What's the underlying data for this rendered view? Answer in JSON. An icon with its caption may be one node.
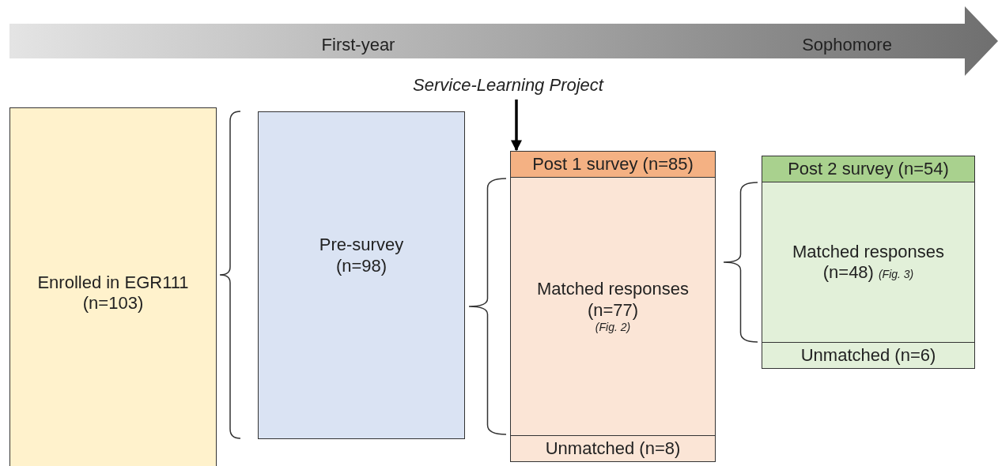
{
  "diagram": {
    "nodes": [
      {
        "text": [
          "Service-Learning Project"
        ]
      },
      {
        "text": [
          "Enrolled in EGR111 (n=103)"
        ]
      },
      {
        "text": [
          "Pre-survey (n=98)"
        ]
      },
      {
        "text": [
          "Post 1 survey (n=85)"
        ]
      },
      {
        "text": [
          "Matched responses (n=77)",
          "(Fig. 2)"
        ]
      },
      {
        "text": [
          "Unmatched (n=8)"
        ]
      },
      {
        "text": [
          "Post 2 survey (n=54)"
        ]
      },
      {
        "text": [
          "Matched responses (n=48)",
          "(Fig. 3)"
        ]
      },
      {
        "text": [
          "Unmatched (n=6)"
        ]
      }
    ],
    "edges": [
      {
        "from": 0,
        "to": 3,
        "arrow": "to"
      }
    ],
    "labels": [
      "First-year",
      "Sophomore"
    ]
  }
}
